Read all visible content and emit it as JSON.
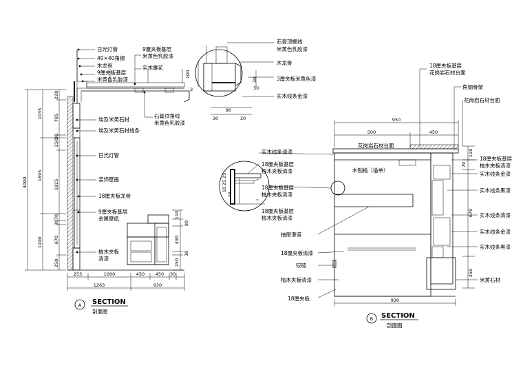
{
  "left": {
    "callouts": [
      "日光灯管",
      "40×40角钢",
      "木龙骨",
      "9厘夹板基层",
      "米黄色乳胶漆",
      "9厘夹板基层",
      "米黄色乳胶漆",
      "实木雕花",
      "石膏顶角线",
      "米黄色乳胶漆",
      "埃及米黄石材",
      "埃及米黄石材线条",
      "日光灯管",
      "装饰壁画",
      "18厘夹板龙骨",
      "9厘夹板基层",
      "金属壁纸",
      "柚木夹板",
      "清漆"
    ],
    "detail": {
      "callouts": [
        "石膏顶棚线",
        "米黄色乳胶漆",
        "木龙骨",
        "3厘夹板米黄色漆",
        "实木线条金漆"
      ],
      "dims": [
        "100",
        "3",
        "30",
        "30",
        "90",
        "30",
        "30"
      ]
    },
    "left_dims": [
      "4000",
      "1035",
      "1895",
      "1100",
      "220",
      "785",
      "30",
      "250",
      "1825",
      "70",
      "30",
      "670",
      "250"
    ],
    "right_dims": [
      "110",
      "80",
      "490",
      "30",
      "250"
    ],
    "bottom_dims": [
      "253",
      "1000",
      "450",
      "450",
      "30",
      "1263",
      "930"
    ],
    "badge": "A",
    "title": "SECTION",
    "subtitle": "剖面图"
  },
  "right": {
    "top_callouts": [
      "18厘夹板基层",
      "花岗岩石材台面",
      "角钢骨架",
      "花岗岩石材台面"
    ],
    "top_dims": [
      "950",
      "500",
      "450"
    ],
    "left_callouts": [
      "实木线条清漆",
      "18厘夹板基层",
      "柚木夹板清漆",
      "18厘夹板基层",
      "柚木夹板清漆",
      "18厘夹板基层",
      "柚木夹板清漆",
      "抽屉滑道",
      "18厘夹板清漆",
      "铰链",
      "柚木夹板清漆",
      "18厘夹板"
    ],
    "center_labels": [
      "花岗岩石材台面",
      "木制格（插单）"
    ],
    "detail_dims": [
      "10",
      "25",
      "25",
      "15"
    ],
    "right_callouts": [
      "18厘夹板基层",
      "柚木夹板清漆",
      "实木线条金漆",
      "实木线条黑漆",
      "实木线条清漆",
      "实木线条金漆",
      "实木线条黑漆",
      "米黄石材"
    ],
    "right_dims": [
      "110",
      "70",
      "670",
      "250"
    ],
    "bottom_dim": "930",
    "badge": "B",
    "title": "SECTION",
    "subtitle": "剖面图"
  }
}
